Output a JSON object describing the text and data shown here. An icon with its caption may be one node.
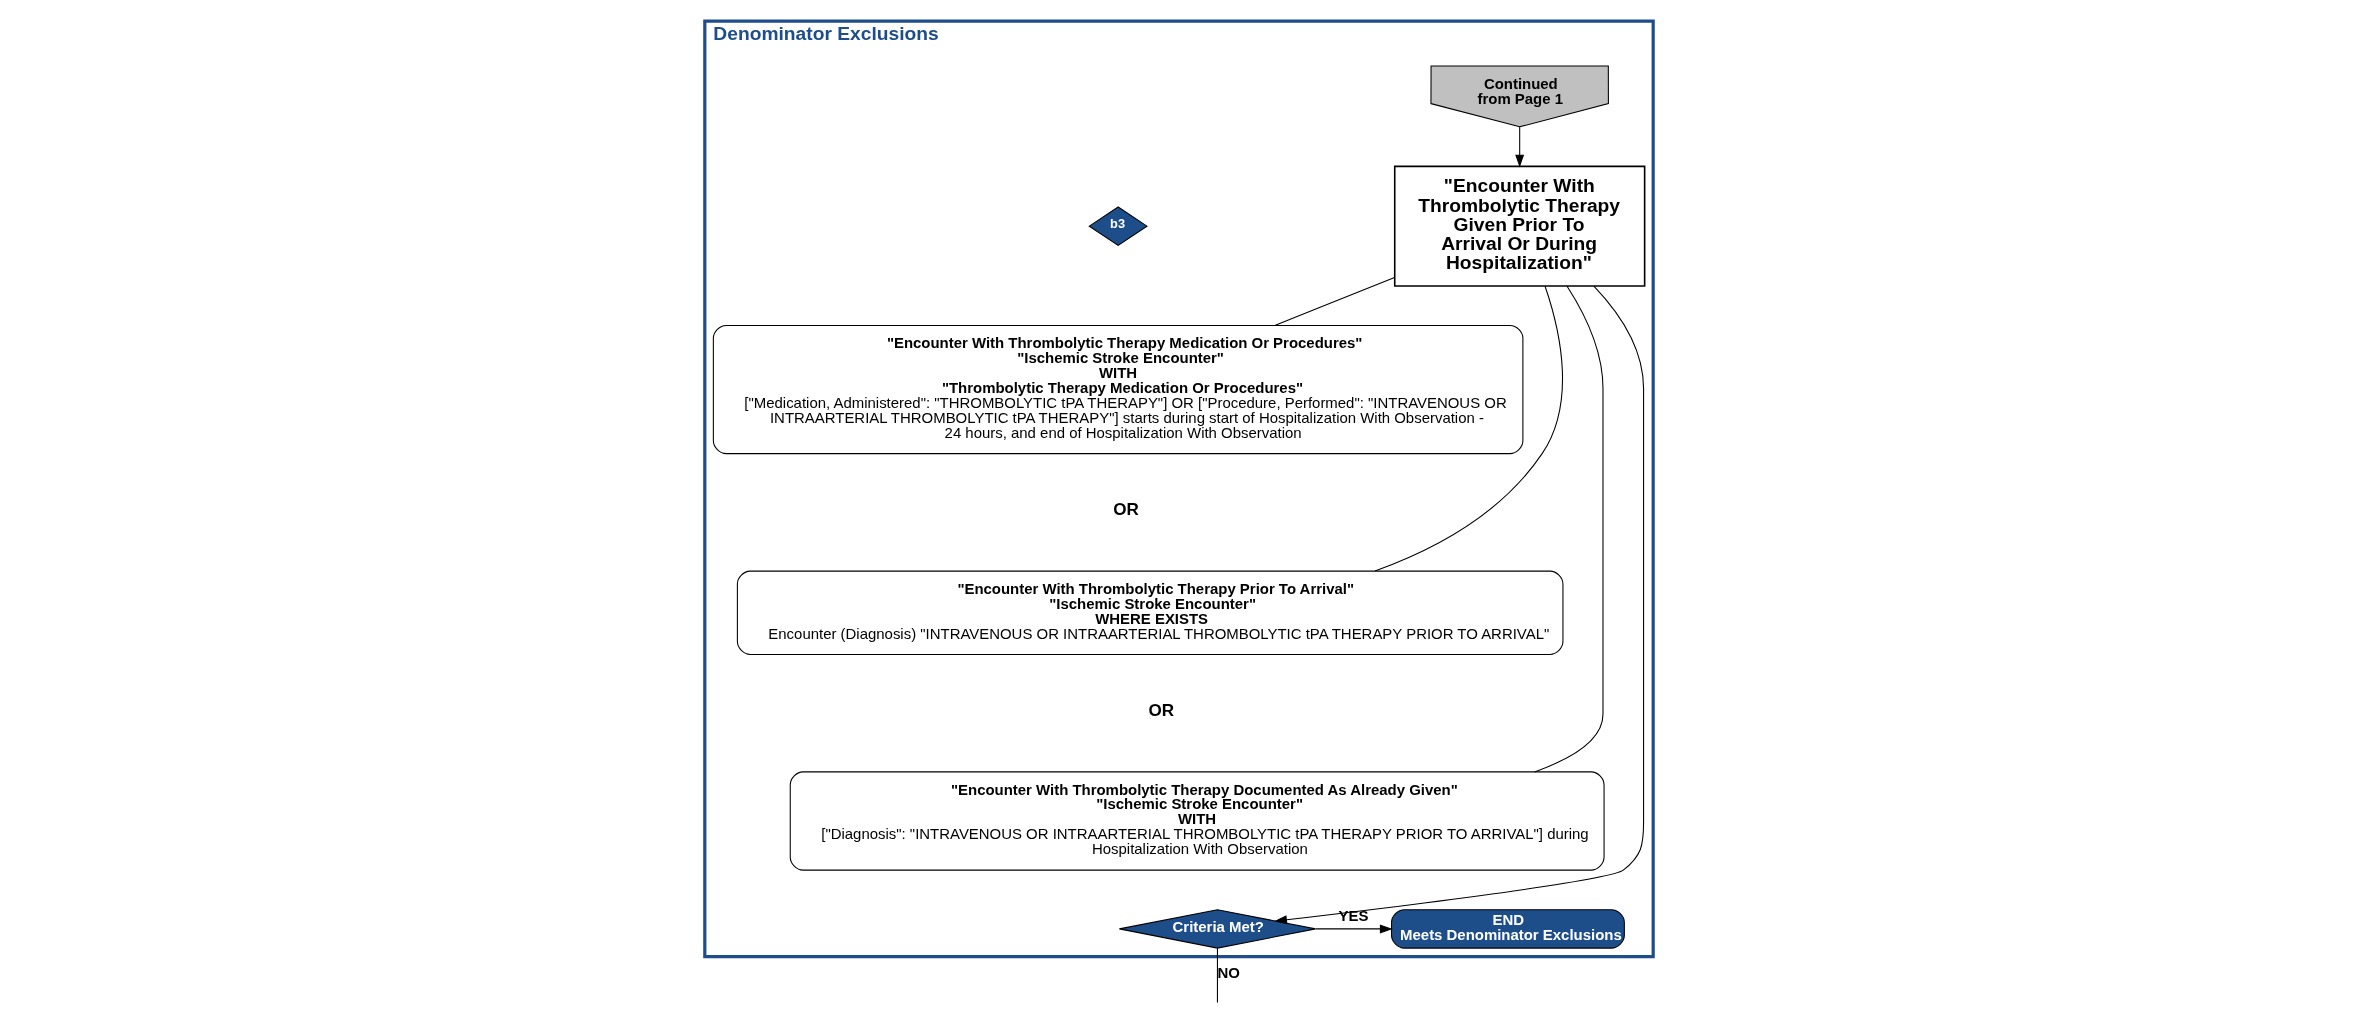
{
  "diagram": {
    "nodes": [
      {
        "text": [
          "Denominator Exclusions"
        ]
      },
      {
        "text": [
          "Continued from Page 1"
        ],
        "in": 0
      },
      {
        "text": [
          "\"Encounter With Thrombolytic Therapy Given Prior To Arrival Or During Hospitalization\""
        ],
        "in": 0
      },
      {
        "text": [
          "b3"
        ],
        "in": 0
      },
      {
        "text": [
          "\"Encounter With Thrombolytic Therapy Medication Or Procedures\"",
          "\"Ischemic Stroke Encounter\"",
          "WITH",
          "\"Thrombolytic Therapy Medication Or Procedures\"",
          "[\"Medication, Administered\": \"THROMBOLYTIC tPA THERAPY\"] OR [\"Procedure, Performed\": \"INTRAVENOUS OR INTRAARTERIAL THROMBOLYTIC tPA THERAPY\"] starts during start of Hospitalization With Observation - 24 hours, and end of Hospitalization With Observation"
        ],
        "in": 0
      },
      {
        "text": [
          "\"Encounter With Thrombolytic Therapy Prior To Arrival\"",
          "\"Ischemic Stroke Encounter\"",
          "WHERE EXISTS",
          "Encounter (Diagnosis) \"INTRAVENOUS OR INTRAARTERIAL THROMBOLYTIC tPA THERAPY PRIOR TO ARRIVAL\""
        ],
        "in": 0
      },
      {
        "text": [
          "\"Encounter With Thrombolytic Therapy Documented As Already Given\"",
          "\"Ischemic Stroke Encounter\"",
          "WITH",
          "[\"Diagnosis\": \"INTRAVENOUS OR INTRAARTERIAL THROMBOLYTIC tPA THERAPY PRIOR TO ARRIVAL\"] during Hospitalization With Observation"
        ],
        "in": 0
      },
      {
        "text": [
          "Criteria Met?"
        ],
        "in": 0
      },
      {
        "text": [
          "END",
          "Meets Denominator Exclusions"
        ],
        "in": 0
      }
    ],
    "edges": [
      {
        "from": 1,
        "to": 2,
        "arrow": "to"
      },
      {
        "from": 2,
        "to": 4,
        "arrow": "none"
      },
      {
        "from": 2,
        "to": 5,
        "arrow": "none"
      },
      {
        "from": 2,
        "to": 6,
        "arrow": "none"
      },
      {
        "from": 2,
        "to": 7,
        "arrow": "to"
      },
      {
        "from": 7,
        "to": 8,
        "label": "YES",
        "arrow": "to"
      },
      {
        "from": 7,
        "to": null,
        "label": "NO",
        "arrow": "none"
      }
    ],
    "labels": [
      "OR",
      "OR"
    ]
  }
}
